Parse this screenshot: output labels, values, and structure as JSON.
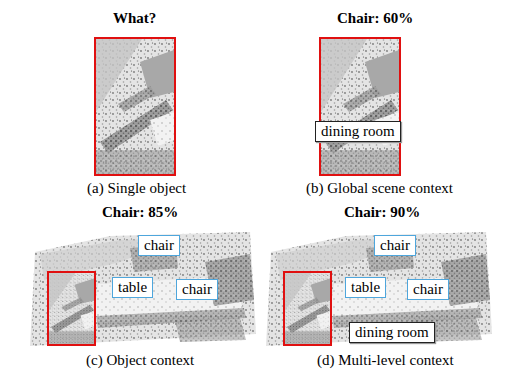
{
  "diagram": {
    "nodes": [
      {
        "text": [
          "dining room"
        ]
      },
      {
        "text": [
          "chair"
        ]
      },
      {
        "text": [
          "table"
        ]
      },
      {
        "text": [
          "chair"
        ]
      },
      {
        "text": [
          "chair"
        ]
      },
      {
        "text": [
          "table"
        ]
      },
      {
        "text": [
          "chair"
        ]
      },
      {
        "text": [
          "dining room"
        ]
      }
    ],
    "labels": [
      "What?",
      "Chair: 60%",
      "(a) Single object",
      "(b) Global scene context",
      "Chair: 85%",
      "Chair: 90%",
      "(c) Object context",
      "(d) Multi-level context"
    ]
  }
}
